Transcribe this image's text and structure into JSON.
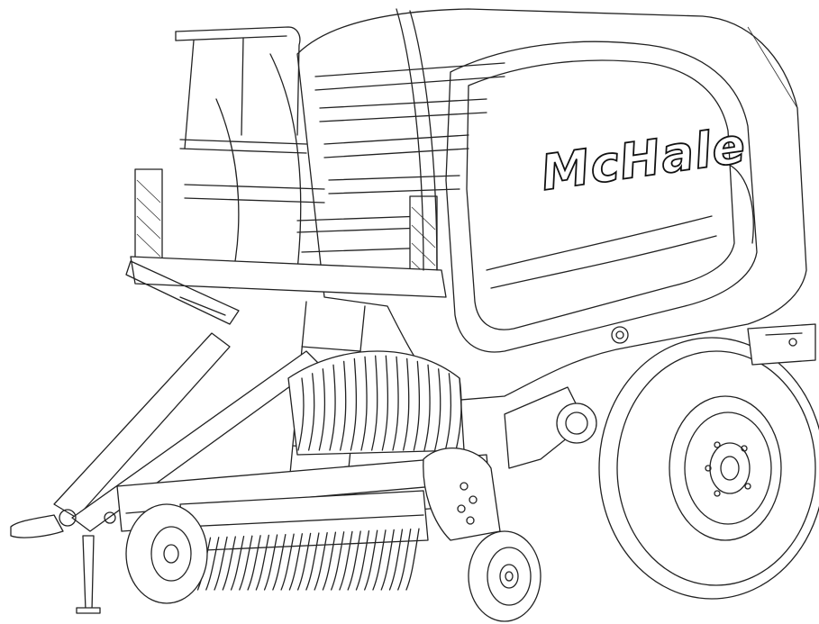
{
  "logo": {
    "text": "McHale"
  },
  "colors": {
    "line": "#222222",
    "background": "#ffffff"
  },
  "counts": {
    "pickup_tines": 28,
    "rotor_tines": 16
  }
}
